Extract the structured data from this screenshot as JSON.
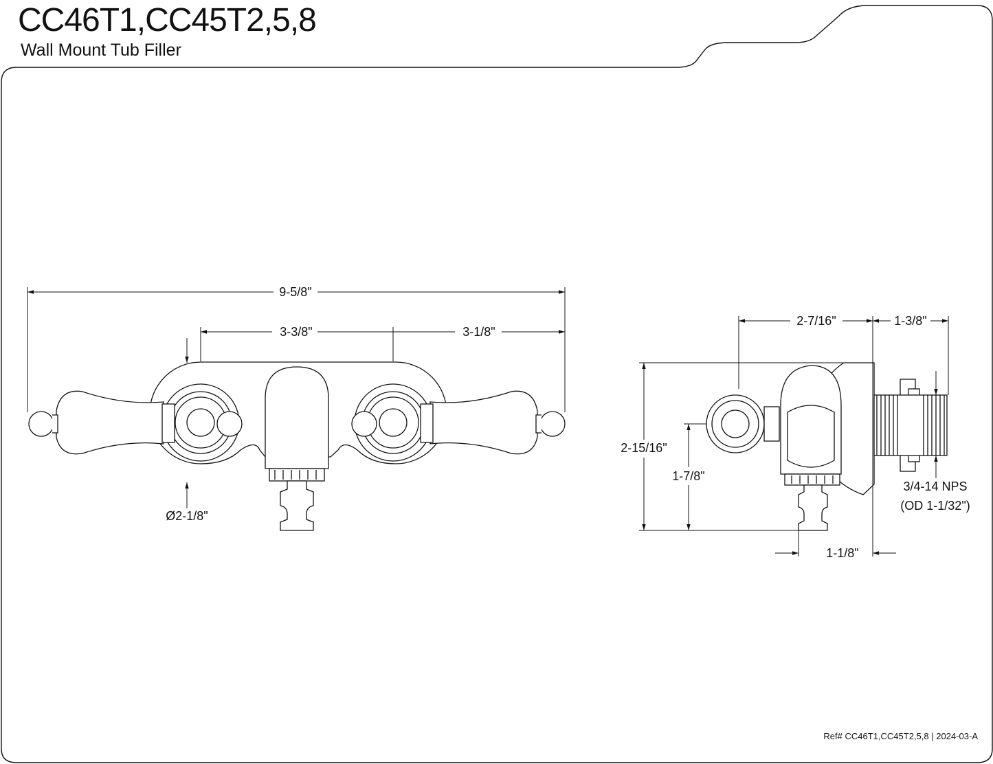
{
  "header": {
    "title": "CC46T1,CC45T2,5,8",
    "subtitle": "Wall Mount Tub Filler"
  },
  "dimensions": {
    "front": {
      "overall_width": "9-5/8\"",
      "center_to_spout": "3-3/8\"",
      "spout_to_end": "3-1/8\"",
      "flange_diameter": "Ø2-1/8\""
    },
    "side": {
      "depth": "2-7/16\"",
      "inlet_length": "1-3/8\"",
      "overall_height": "2-15/16\"",
      "inlet_height": "1-7/8\"",
      "spout_offset": "1-1/8\"",
      "thread_spec": "3/4-14 NPS",
      "thread_od": "(OD 1-1/32\")"
    }
  },
  "footer": {
    "ref_label": "Ref#",
    "ref_models": "CC46T1,CC45T2,5,8",
    "revision": "2024-03-A"
  }
}
